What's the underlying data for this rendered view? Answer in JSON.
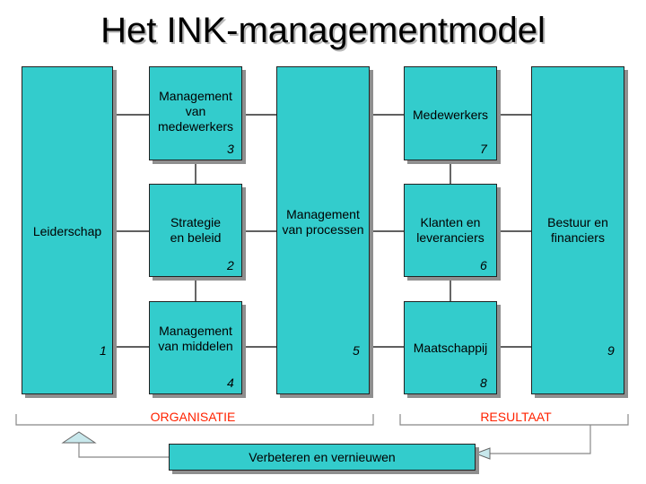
{
  "title": "Het INK-managementmodel",
  "boxes": {
    "leiderschap": {
      "label": "Leiderschap",
      "number": "1"
    },
    "management_medewerkers": {
      "label": "Management van medewerkers",
      "number": "3"
    },
    "strategie_beleid": {
      "label": "Strategie en beleid",
      "number": "2"
    },
    "management_middelen": {
      "label": "Management van middelen",
      "number": "4"
    },
    "management_processen": {
      "label": "Management van processen",
      "number": "5"
    },
    "medewerkers": {
      "label": "Medewerkers",
      "number": "7"
    },
    "klanten_leveranciers": {
      "label": "Klanten en leveranciers",
      "number": "6"
    },
    "maatschappij": {
      "label": "Maatschappij",
      "number": "8"
    },
    "bestuur_financiers": {
      "label": "Bestuur en financiers",
      "number": "9"
    }
  },
  "groups": {
    "organisatie": "ORGANISATIE",
    "resultaat": "RESULTAAT"
  },
  "feedback": {
    "label": "Verbeteren en vernieuwen"
  },
  "colors": {
    "box_fill": "#33cccc",
    "group_label": "#ff2200",
    "shadow": "#8f8f8f"
  }
}
